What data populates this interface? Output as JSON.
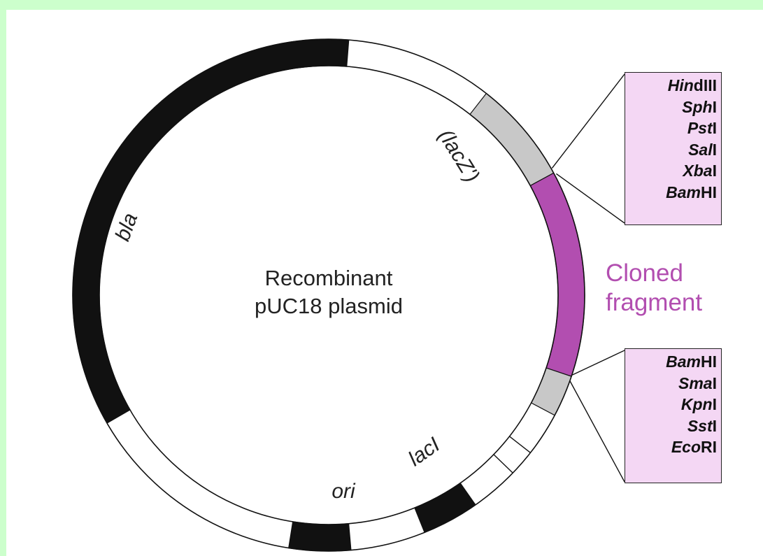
{
  "diagram": {
    "title_line1": "Recombinant",
    "title_line2": "pUC18 plasmid",
    "cloned_line1": "Cloned",
    "cloned_line2": "fragment",
    "genes": {
      "bla": "bla",
      "lacz": "(lacZ')",
      "laci": "lacI",
      "ori": "ori"
    },
    "sites_top": [
      {
        "italic": "Hin",
        "rest": "dIII"
      },
      {
        "italic": "Sph",
        "rest": "I"
      },
      {
        "italic": "Pst",
        "rest": "I"
      },
      {
        "italic": "Sal",
        "rest": "I"
      },
      {
        "italic": "Xba",
        "rest": "I"
      },
      {
        "italic": "Bam",
        "rest": "HI"
      }
    ],
    "sites_bottom": [
      {
        "italic": "Bam",
        "rest": "HI"
      },
      {
        "italic": "Sma",
        "rest": "I"
      },
      {
        "italic": "Kpn",
        "rest": "I"
      },
      {
        "italic": "Sst",
        "rest": "I"
      },
      {
        "italic": "Eco",
        "rest": "RI"
      }
    ],
    "colors": {
      "background": "#ccffcc",
      "insert": "#b24eb0",
      "lacz_segment": "#c8c8c8",
      "gene_segment": "#111111",
      "box_fill": "#f4d7f4"
    }
  }
}
